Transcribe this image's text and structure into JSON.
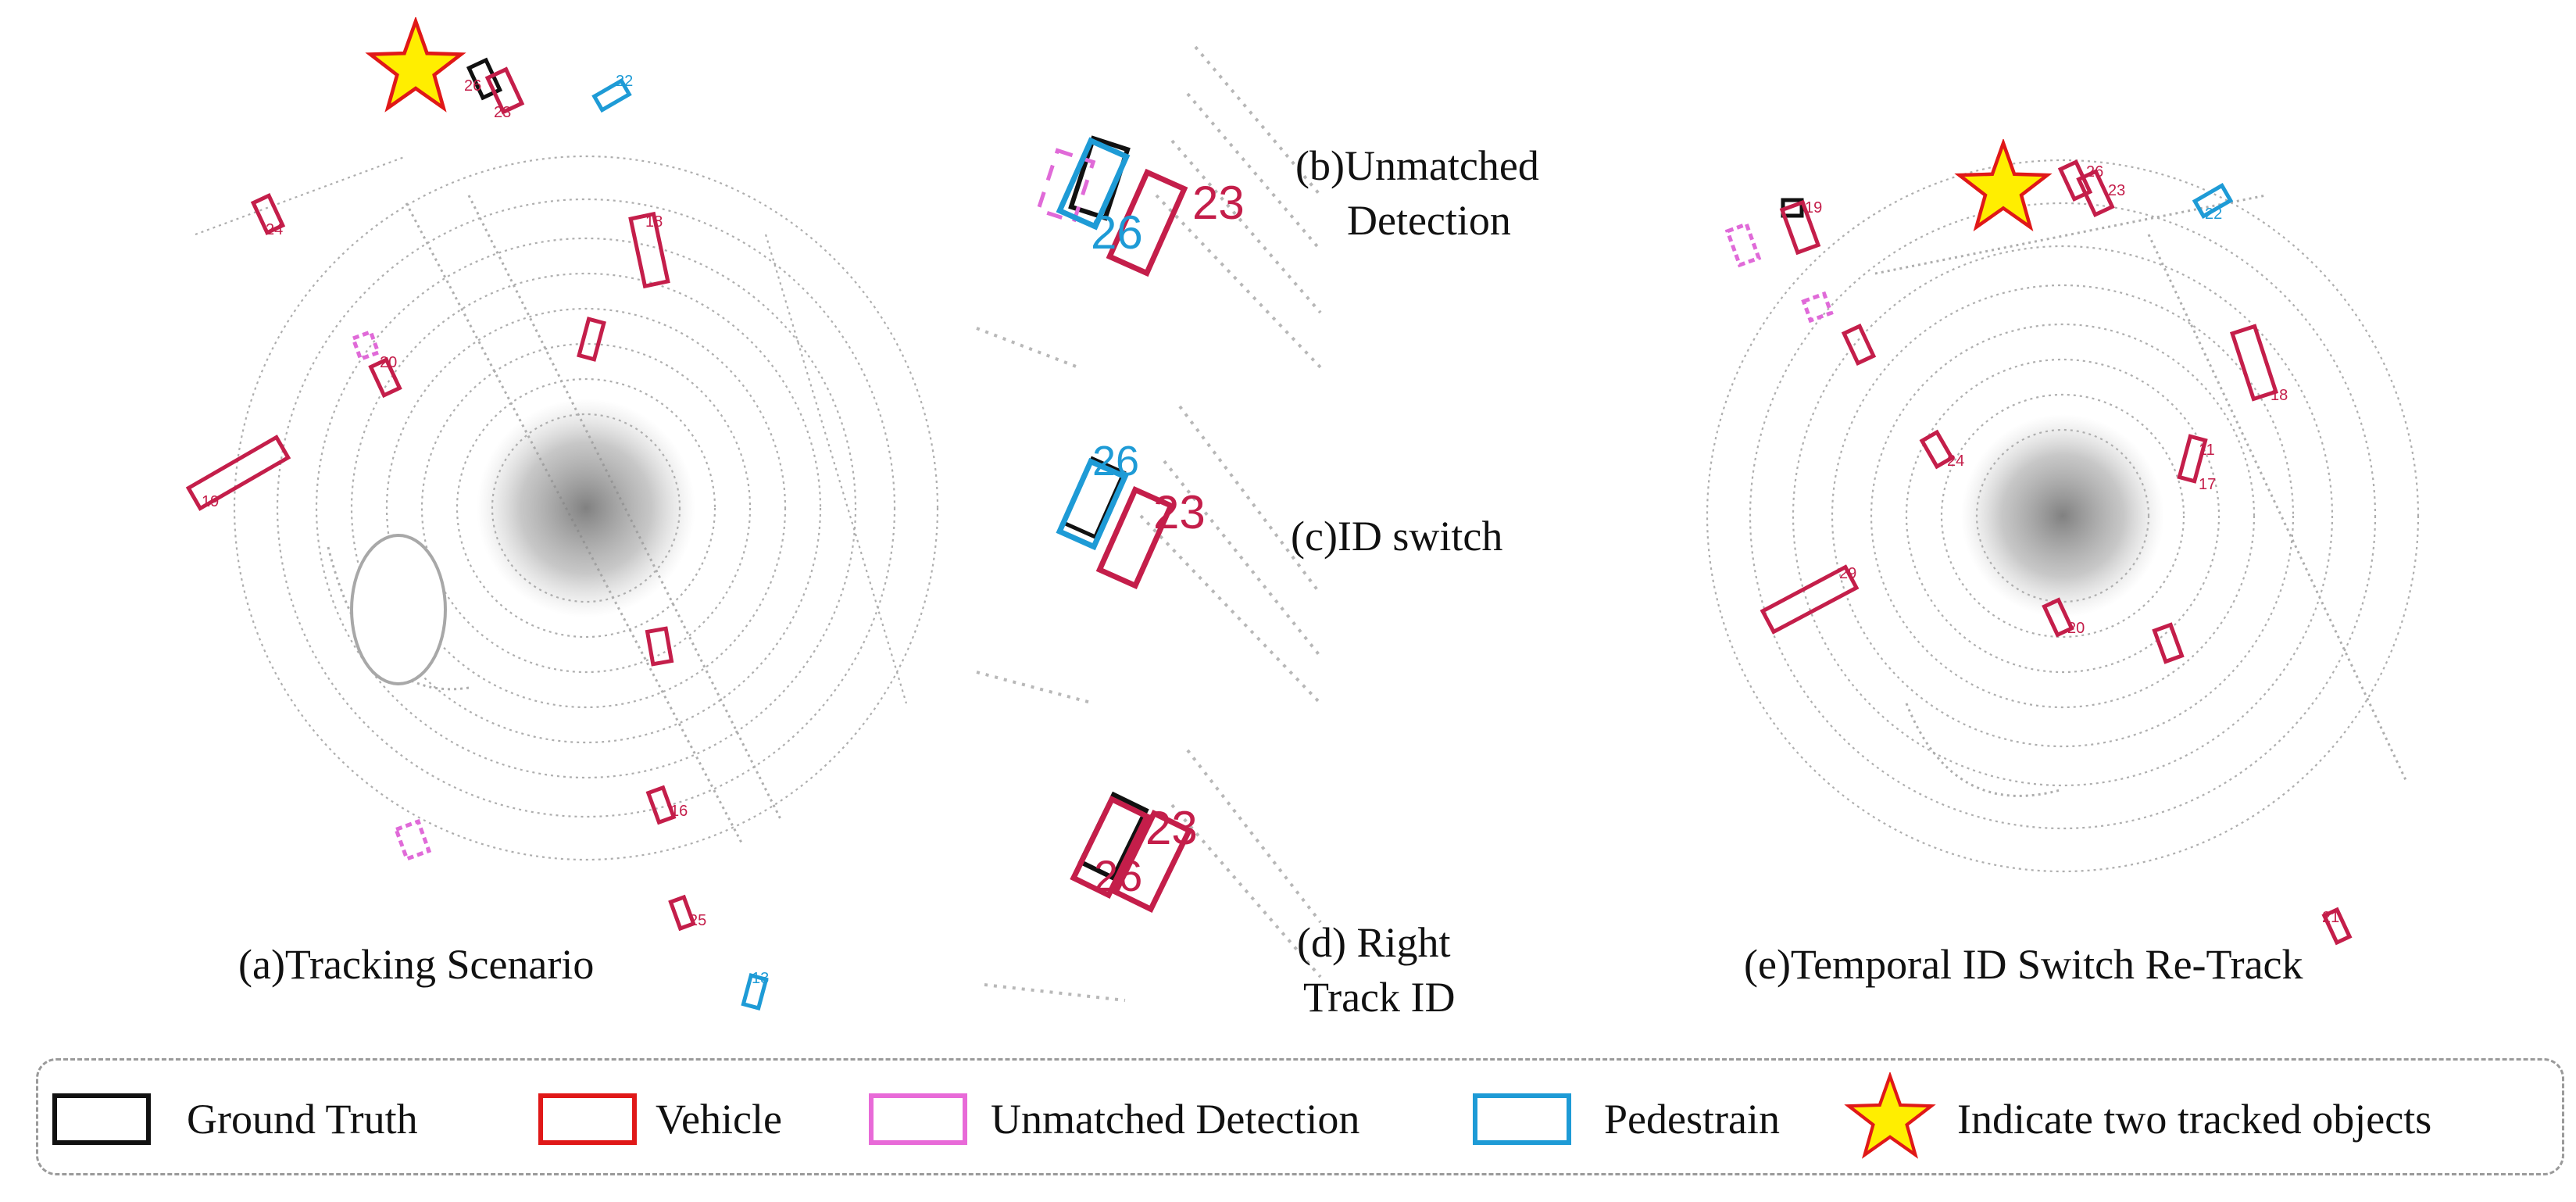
{
  "colors": {
    "ground_truth": "#111111",
    "vehicle": "#c41e4a",
    "unmatched_detection": "#e06ad8",
    "pedestrian": "#1e9bd6",
    "star_fill": "#ffee00",
    "star_stroke": "#e01818",
    "pointcloud": "#8c8c8c"
  },
  "panels": {
    "a": {
      "caption": "(a)Tracking Scenario",
      "vehicle_ids": [
        "26",
        "23",
        "24",
        "18",
        "20",
        "19",
        "16",
        "25"
      ],
      "pedestrian_ids": [
        "22",
        "13"
      ],
      "star_icon": "star-icon"
    },
    "b": {
      "caption_line1": "(b)Unmatched",
      "caption_line2": "Detection",
      "ids": [
        "26",
        "23"
      ]
    },
    "c": {
      "caption": "(c)ID switch",
      "ids": [
        "26",
        "23"
      ]
    },
    "d": {
      "caption_line1": "(d) Right",
      "caption_line2": "Track ID",
      "ids": [
        "26",
        "23"
      ]
    },
    "e": {
      "caption": "(e)Temporal ID Switch Re-Track",
      "vehicle_ids": [
        "26",
        "23",
        "19",
        "18",
        "11",
        "17",
        "24",
        "29",
        "20",
        "21"
      ],
      "pedestrian_ids": [
        "22"
      ],
      "star_icon": "star-icon"
    }
  },
  "legend": {
    "ground_truth": "Ground Truth",
    "vehicle": "Vehicle",
    "unmatched_detection": "Unmatched Detection",
    "pedestrian": "Pedestrain",
    "star": "Indicate two tracked objects"
  }
}
